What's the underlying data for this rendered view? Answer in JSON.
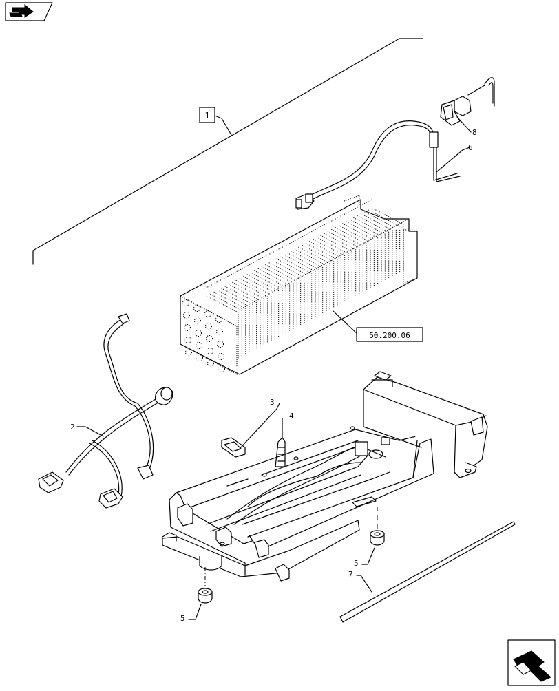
{
  "nav": {
    "top_icon": "book-nav-icon",
    "bottom_icon": "next-page-arrow-icon"
  },
  "callouts": {
    "group": "1",
    "harness": "2",
    "clip": "3",
    "sensor": "4",
    "mount_top": "5",
    "mount_bottom": "5",
    "wire": "6",
    "strip": "7",
    "connector": "8",
    "core_ref": "50.200.06"
  }
}
